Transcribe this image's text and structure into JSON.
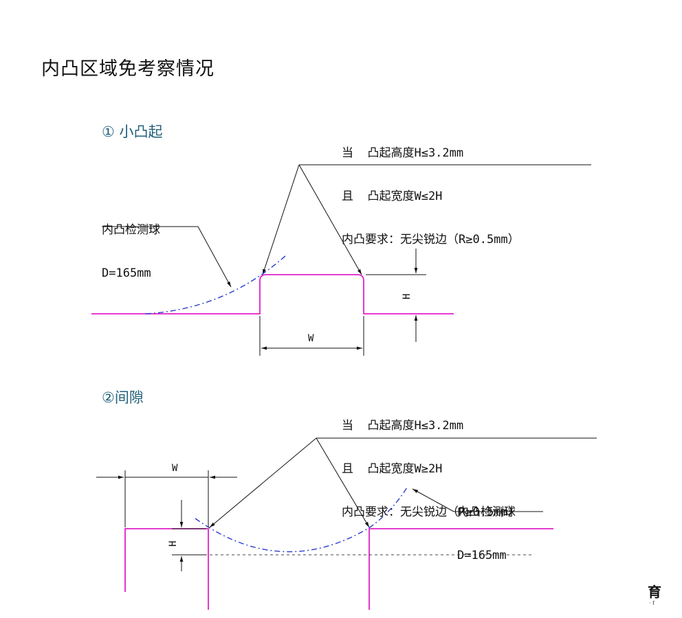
{
  "title": "内凸区域免考察情况",
  "section1": {
    "heading": "① 小凸起",
    "condition_lines": [
      "当  凸起高度H≤3.2mm",
      "且  凸起宽度W≤2H",
      "内凸要求：无尖锐边（R≥0.5mm）"
    ],
    "probe_lines": [
      "内凸检测球",
      "D=165mm"
    ],
    "dim_w": "W",
    "dim_h": "H"
  },
  "section2": {
    "heading": "②间隙",
    "condition_lines": [
      "当  凸起高度H≤3.2mm",
      "且  凸起宽度W≥2H",
      "内凸要求：无尖锐边（R≥0.5mm）"
    ],
    "probe_lines": [
      "内凸检测球",
      "D=165mm"
    ],
    "dim_w": "W",
    "dim_h": "H"
  },
  "corner_text": "育",
  "colors": {
    "profile": "#e020c8",
    "probe": "#2a3bd0",
    "line": "#111111",
    "heading": "#1f5f7a"
  }
}
